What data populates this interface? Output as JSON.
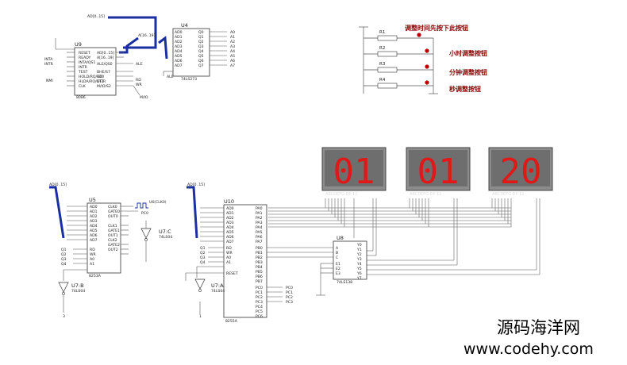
{
  "signals": {
    "ad_bus": "AD[0..15]",
    "a_bus": "A[16..19]",
    "inta": "INTA",
    "intr": "INTR",
    "nmi": "NMI",
    "ale": "ALE",
    "rd": "RD",
    "wr": "WR",
    "mio": "M/IO",
    "u6_clk": "U6(CLK0)",
    "pc0": "PC0"
  },
  "chips": {
    "u9": {
      "ref": "U9",
      "part": "8086",
      "left_pins": [
        "RESET",
        "READY",
        "INTA/QS1",
        "INTR",
        "TEST",
        "HOLD/RQ/GT0",
        "HLDA/RQ/GT1",
        "CLK"
      ],
      "right_pins": [
        "AD[0..15]",
        "A[16..19]",
        "ALE/QS0",
        "BHE/S7",
        "RD",
        "DT/R",
        "M/IO/S2"
      ]
    },
    "u4": {
      "ref": "U4",
      "part": "74LS273",
      "left_pins": [
        "AD0",
        "AD1",
        "AD2",
        "AD3",
        "AD4",
        "AD5",
        "AD6",
        "AD7"
      ],
      "right_pins": [
        "Q0",
        "Q1",
        "Q2",
        "Q3",
        "Q4",
        "Q5",
        "Q6",
        "Q7"
      ],
      "outputs": [
        "A0",
        "A1",
        "A2",
        "A3",
        "A4",
        "A5",
        "A6",
        "A7"
      ]
    },
    "u5": {
      "ref": "U5",
      "part": "8253A",
      "left_pins": [
        "AD0",
        "AD1",
        "AD2",
        "AD3",
        "AD4",
        "AD5",
        "AD6",
        "AD7",
        "RD",
        "WR",
        "A0",
        "A1"
      ],
      "cs_pins": [
        "Q1",
        "Q2",
        "Q3",
        "Q4"
      ],
      "right_pins": [
        "CLK0",
        "GATE0",
        "OUT0",
        "CLK1",
        "GATE1",
        "OUT1",
        "CLK2",
        "GATE2",
        "OUT2"
      ]
    },
    "u10": {
      "ref": "U10",
      "part": "8255A",
      "left_pins": [
        "AD0",
        "AD1",
        "AD2",
        "AD3",
        "AD4",
        "AD5",
        "AD6",
        "AD7",
        "RD",
        "WR",
        "A0",
        "A1",
        "RESET"
      ],
      "cs_pins": [
        "Q1",
        "Q2",
        "Q3",
        "Q4"
      ],
      "right_pins": [
        "PA0",
        "PA1",
        "PA2",
        "PA3",
        "PA4",
        "PA5",
        "PA6",
        "PA7",
        "PB0",
        "PB1",
        "PB2",
        "PB3",
        "PB4",
        "PB5",
        "PB6",
        "PB7",
        "PC0",
        "PC1",
        "PC2",
        "PC3",
        "PC4",
        "PC5",
        "PC6"
      ],
      "port_c_out": [
        "PC0",
        "PC1",
        "PC2",
        "PC3"
      ]
    },
    "u8": {
      "ref": "U8",
      "part": "74LS138",
      "left_pins": [
        "A",
        "B",
        "C",
        "E1",
        "E2",
        "E3"
      ],
      "right_pins": [
        "Y0",
        "Y1",
        "Y2",
        "Y3",
        "Y4",
        "Y5",
        "Y6",
        "Y7"
      ]
    },
    "u7a": {
      "ref": "U7:A",
      "part": "74LS04",
      "pin": "1"
    },
    "u7b": {
      "ref": "U7:B",
      "part": "74LS04",
      "pin": "3"
    },
    "u7c": {
      "ref": "U7:C",
      "part": "74LS04"
    }
  },
  "switches": {
    "r1": "R1",
    "r2": "R2",
    "r3": "R3",
    "r4": "R4",
    "adjust_label": "调整时间先按下此按钮",
    "hour_label": "小时调整按钮",
    "minute_label": "分钟调整按钮",
    "second_label": "秒调整按钮"
  },
  "displays": {
    "hours": "01",
    "minutes": "01",
    "seconds": "20",
    "seg_label": "ABCDEFG DP 12"
  },
  "watermark": {
    "title": "源码海洋网",
    "url": "www.codehy.com"
  }
}
